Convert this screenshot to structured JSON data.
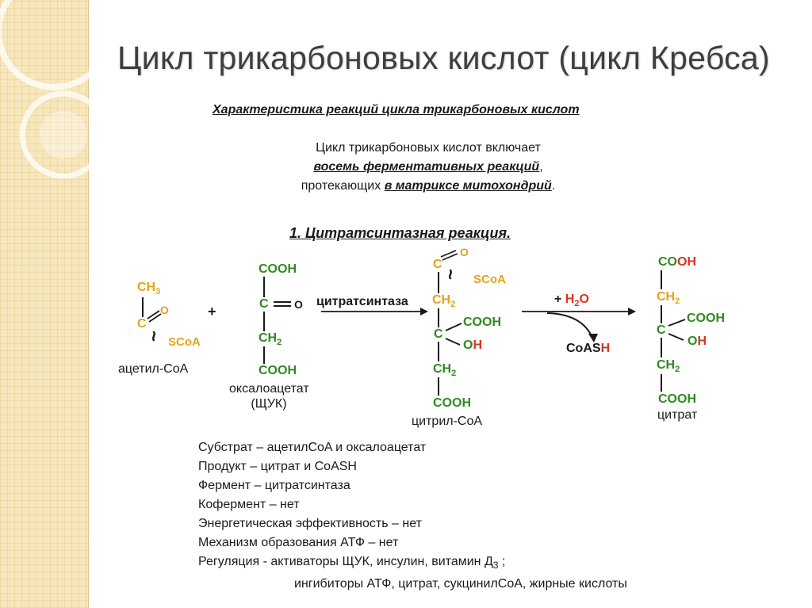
{
  "title": "Цикл трикарбоновых кислот (цикл Кребса)",
  "subtitle": "Характеристика реакций цикла трикарбоновых кислот",
  "intro": {
    "line1": "Цикл трикарбоновых кислот включает",
    "line2_emph": "восемь ферментативных реакций",
    "line2_tail": ",",
    "line3_pre": "протекающих ",
    "line3_emph": "в матриксе митохондрий",
    "line3_tail": "."
  },
  "reaction_title": "1. Цитратсинтазная реакция.",
  "labels": {
    "C": "C",
    "O": "O",
    "CH": "CH",
    "CO": "CO",
    "OH": "OH",
    "H": "H",
    "SCoA": "SCoA",
    "n2": "2",
    "n3": "3",
    "wave": "~",
    "plus": "+",
    "plus_water": "+ ",
    "coas": "CoAS"
  },
  "names": {
    "acetyl_coa": "ацетил-CoA",
    "oxaloacetate_line1": "оксалоацетат",
    "oxaloacetate_line2": "(ЩУК)",
    "citryl_coa": "цитрил-CoA",
    "citrate": "цитрат",
    "enzyme": "цитратсинтаза"
  },
  "facts": [
    "Субстрат – ацетилCoA и оксалоацетат",
    "Продукт – цитрат и CoASH",
    "Фермент – цитратсинтаза",
    "Кофермент – нет",
    "Энергетическая эффективность – нет",
    "Механизм образования АТФ – нет"
  ],
  "regulation": {
    "label": "Регуляция -  активаторы ЩУК, инсулин, витамин Д",
    "sub": "3",
    "tail": " ;",
    "line2": "ингибиторы АТФ, цитрат, сукцинилCoA, жирные кислоты"
  },
  "colors": {
    "green": "#2f8a1f",
    "yellow": "#e2a41a",
    "red": "#d6351f",
    "title": "#3e3e3e",
    "sidebar": "#f7e7bc"
  }
}
